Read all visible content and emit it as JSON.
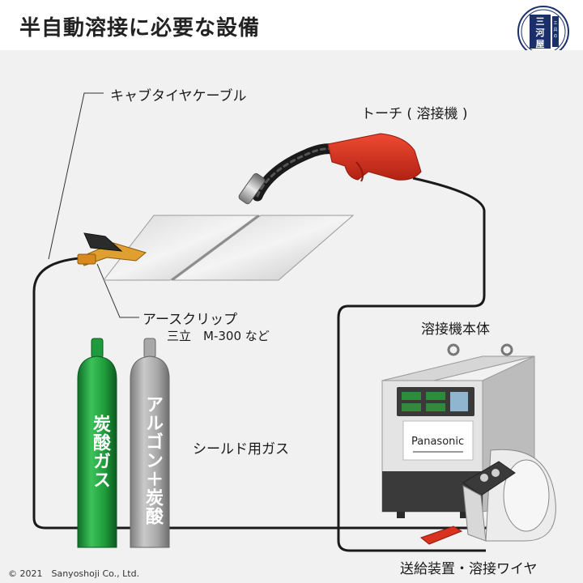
{
  "header": {
    "title": "半自動溶接に必要な設備",
    "logo_text": "三河屋",
    "logo_subtext": "工具の"
  },
  "labels": {
    "cabtire_cable": "キャブタイヤケーブル",
    "torch": "トーチ ( 溶接機 )",
    "earth_clip": "アースクリップ",
    "earth_clip_model": "三立　M-300 など",
    "welder_body": "溶接機本体",
    "shield_gas": "シールド用ガス",
    "wire_feeder": "送給装置・溶接ワイヤ",
    "cylinder_co2": "炭酸ガス",
    "cylinder_argon": "アルゴン＋炭酸",
    "welder_brand": "Panasonic"
  },
  "footer": {
    "copyright": "© 2021　Sanyoshoji Co., Ltd."
  },
  "colors": {
    "accent_green": "#1e9b3a",
    "cylinder_gray": "#a8a8a8",
    "torch_red": "#d9321f",
    "clip_orange": "#d98a1e",
    "logo_navy": "#1b2f6b"
  }
}
